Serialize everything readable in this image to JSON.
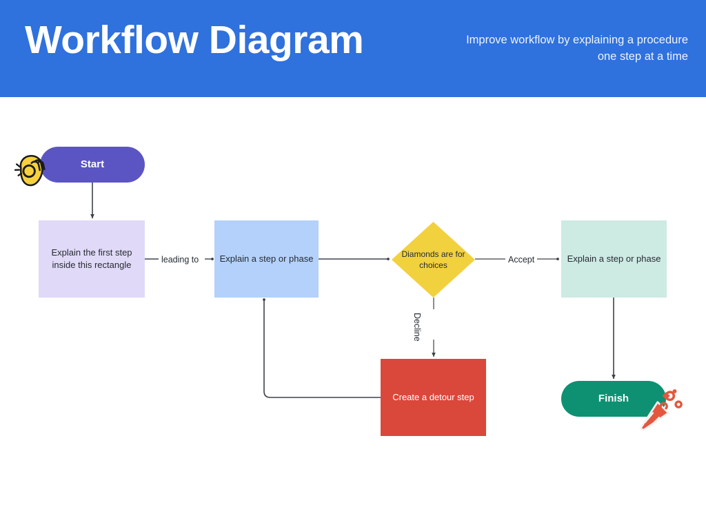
{
  "header": {
    "title": "Workflow Diagram",
    "subtitle": "Improve workflow by explaining a procedure one step at a time",
    "background_color": "#2f71dd",
    "title_color": "#ffffff"
  },
  "diagram": {
    "type": "flowchart",
    "background_color": "#ffffff",
    "nodes": [
      {
        "id": "start",
        "label": "Start",
        "shape": "terminator",
        "fill": "#5b55c4",
        "text_color": "#ffffff"
      },
      {
        "id": "first-step",
        "label": "Explain the first step inside this rectangle",
        "shape": "rectangle",
        "fill": "#e0d9f7",
        "text_color": "#262b33"
      },
      {
        "id": "step-phase-1",
        "label": "Explain a step or phase",
        "shape": "rectangle",
        "fill": "#b3d1fb",
        "text_color": "#262b33"
      },
      {
        "id": "decision",
        "label": "Diamonds are for choices",
        "shape": "diamond",
        "fill": "#f2d13f",
        "text_color": "#262b33"
      },
      {
        "id": "step-phase-2",
        "label": "Explain a step or phase",
        "shape": "rectangle",
        "fill": "#cdeae3",
        "text_color": "#262b33"
      },
      {
        "id": "detour",
        "label": "Create a detour step",
        "shape": "rectangle",
        "fill": "#d9483b",
        "text_color": "#ffffff"
      },
      {
        "id": "finish",
        "label": "Finish",
        "shape": "terminator",
        "fill": "#0d9172",
        "text_color": "#ffffff"
      }
    ],
    "edges": [
      {
        "from": "start",
        "to": "first-step",
        "label": ""
      },
      {
        "from": "first-step",
        "to": "step-phase-1",
        "label": "leading to"
      },
      {
        "from": "step-phase-1",
        "to": "decision",
        "label": ""
      },
      {
        "from": "decision",
        "to": "step-phase-2",
        "label": "Accept"
      },
      {
        "from": "decision",
        "to": "detour",
        "label": "Decline"
      },
      {
        "from": "detour",
        "to": "step-phase-1",
        "label": ""
      },
      {
        "from": "step-phase-2",
        "to": "finish",
        "label": ""
      }
    ],
    "edge_color": "#3c4048",
    "stickers": [
      {
        "id": "ok-hand",
        "name": "ok-hand-sticker",
        "color": "#f7d13d"
      },
      {
        "id": "party-popper",
        "name": "party-popper-sticker",
        "color": "#e4573f"
      }
    ]
  }
}
